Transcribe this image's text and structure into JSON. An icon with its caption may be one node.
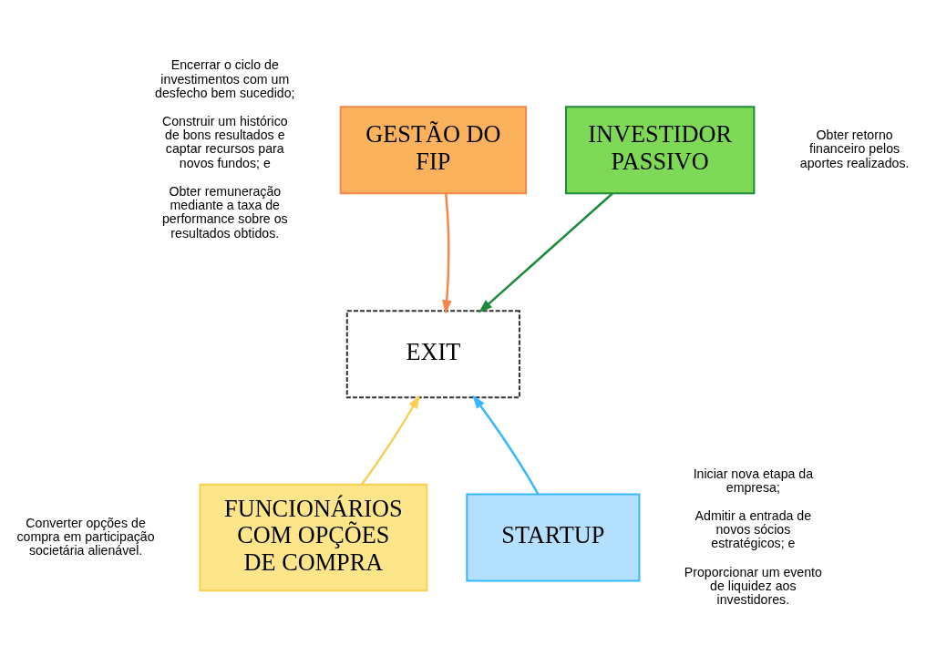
{
  "diagram": {
    "nodes": [
      {
        "text": [
          "GESTÃO DO FIP"
        ],
        "beside": [
          "Encerrar o ciclo de investimentos com um desfecho bem sucedido;",
          "Construir um histórico de bons resultados e captar recursos para novos fundos; e",
          "Obter remuneração mediante a taxa de performance sobre os resultados obtidos."
        ]
      },
      {
        "text": [
          "INVESTIDOR PASSIVO"
        ],
        "beside": [
          "Obter retorno financeiro pelos aportes realizados."
        ]
      },
      {
        "text": [
          "EXIT"
        ]
      },
      {
        "text": [
          "FUNCIONÁRIOS COM OPÇÕES DE COMPRA"
        ],
        "beside": [
          "Converter opções de compra em participação societária alienável."
        ]
      },
      {
        "text": [
          "STARTUP"
        ],
        "beside": [
          "Iniciar nova etapa da empresa;",
          "Admitir a entrada de novos sócios estratégicos; e",
          "Proporcionar um evento de liquidez aos investidores."
        ]
      }
    ],
    "edges": [
      {
        "from": 0,
        "to": 2,
        "arrow": "to",
        "color": "#f4874b"
      },
      {
        "from": 1,
        "to": 2,
        "arrow": "to",
        "color": "#1e8a3c"
      },
      {
        "from": 3,
        "to": 2,
        "arrow": "to",
        "color": "#f7d154"
      },
      {
        "from": 4,
        "to": 2,
        "arrow": "to",
        "color": "#38b6ff"
      }
    ]
  }
}
